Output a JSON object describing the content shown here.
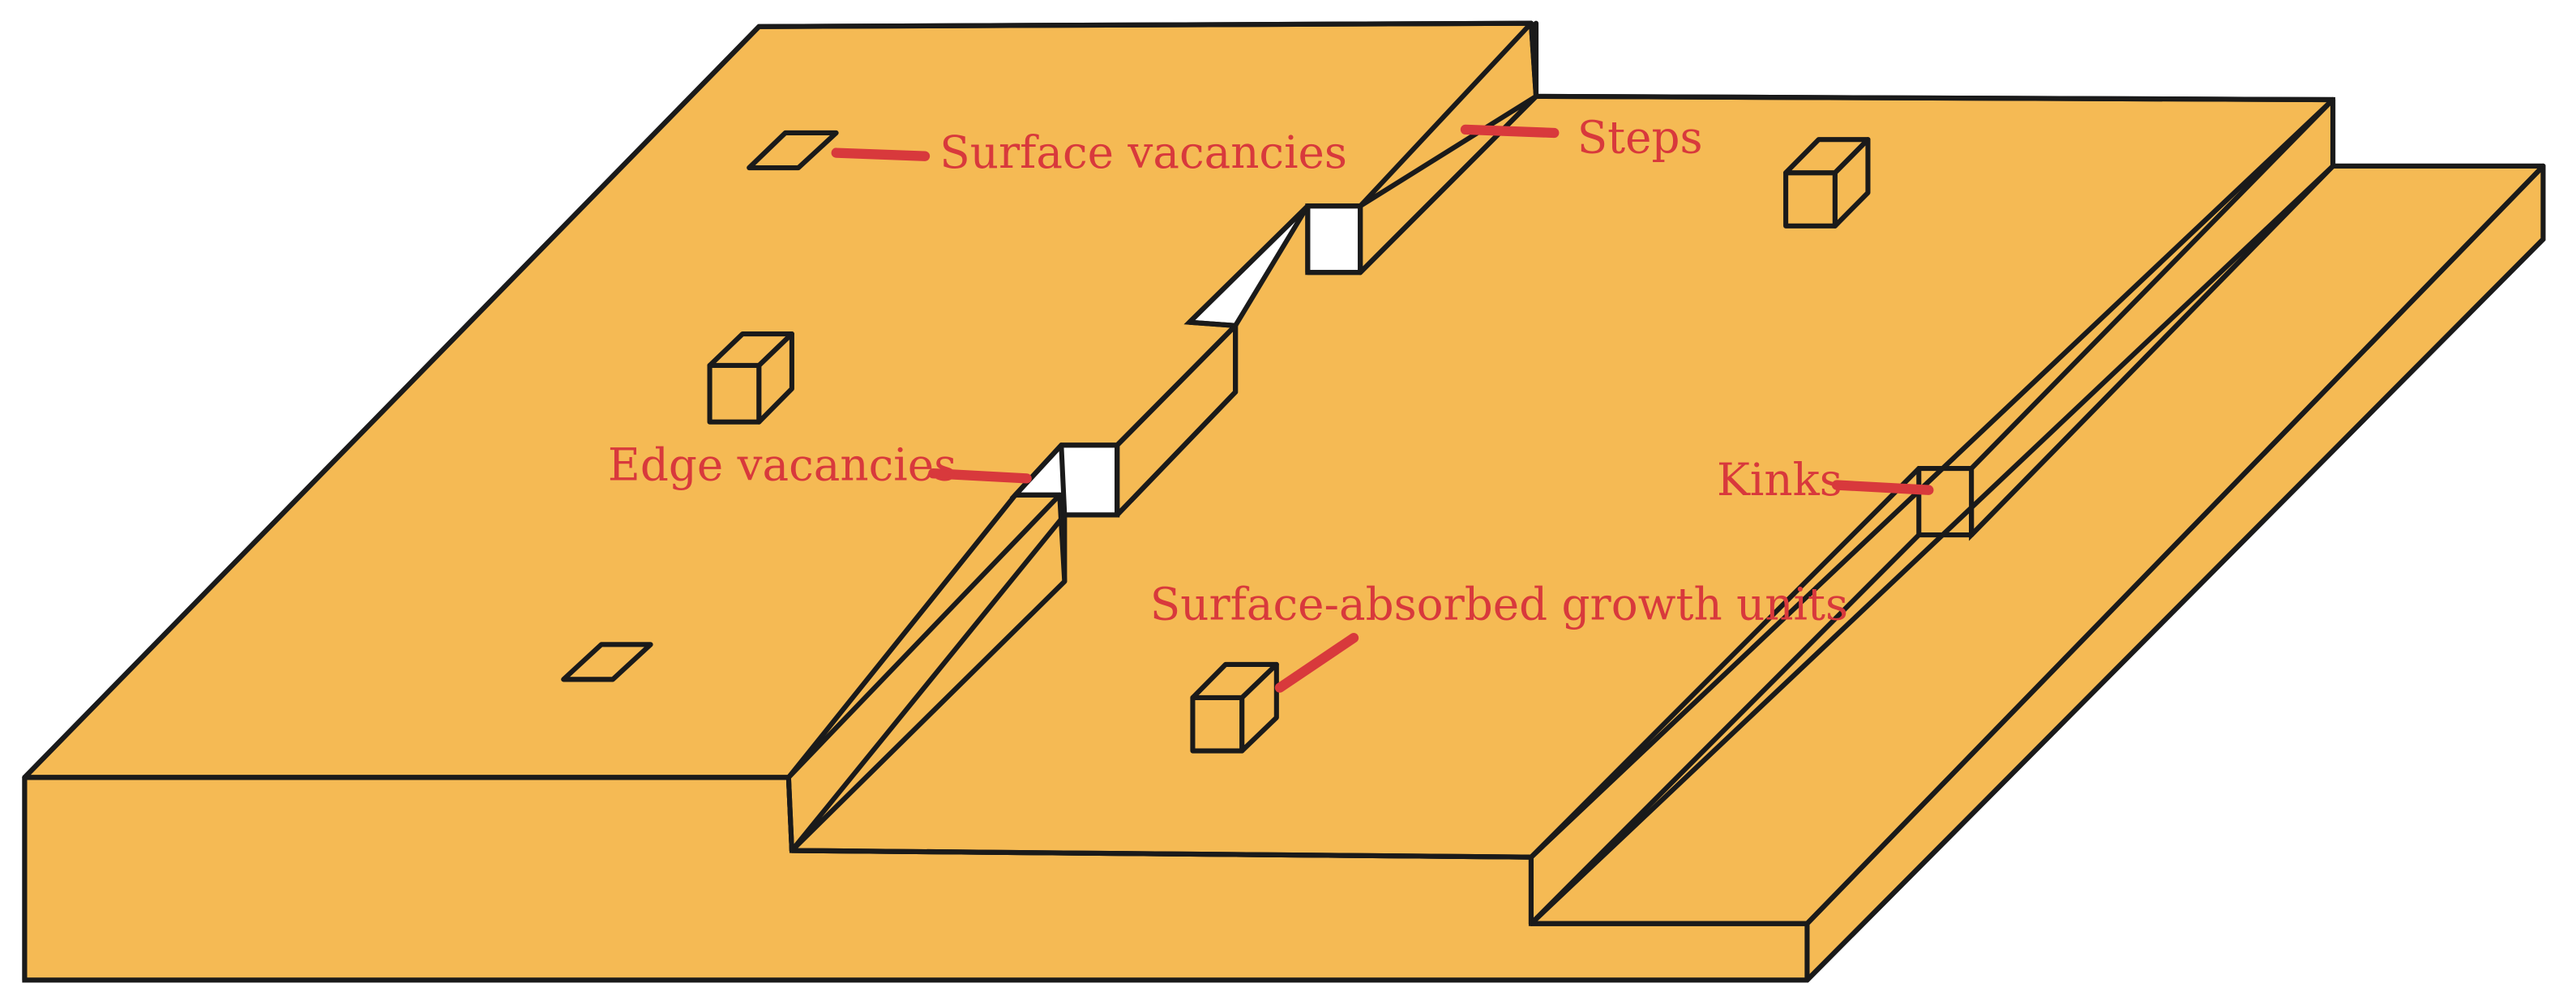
{
  "colors": {
    "crystal_face": "#F5BA54",
    "outline": "#1a1a1a",
    "annotation": "#d8393c",
    "background": "#ffffff"
  },
  "labels": {
    "surface_vacancies": "Surface vacancies",
    "steps": "Steps",
    "edge_vacancies": "Edge vacancies",
    "kinks": "Kinks",
    "surface_absorbed_growth_units": "Surface-absorbed growth units"
  }
}
